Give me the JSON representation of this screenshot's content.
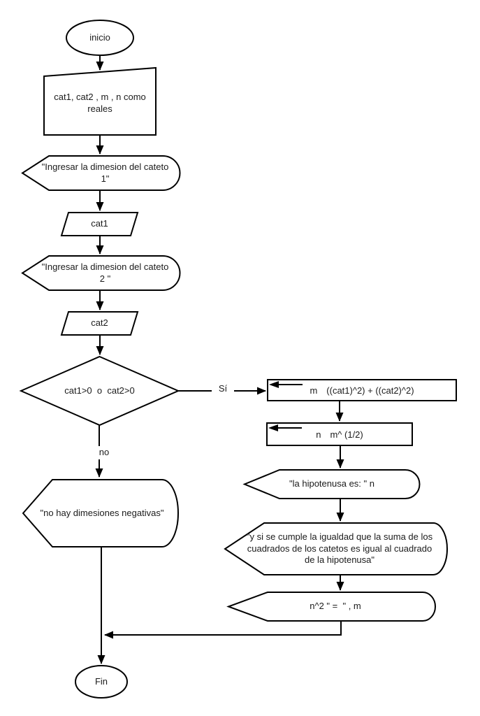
{
  "diagram": {
    "background": "#ffffff",
    "stroke_color": "#000000",
    "fill_color": "#ffffff",
    "nodes": {
      "start": {
        "type": "terminator",
        "label": "inicio"
      },
      "declare": {
        "type": "manual-input",
        "label": "cat1, cat2 , m , n como reales"
      },
      "prompt1": {
        "type": "display",
        "label": "\"Ingresar la dimesion del cateto 1\""
      },
      "input1": {
        "type": "input",
        "label": "cat1"
      },
      "prompt2": {
        "type": "display",
        "label": "\"Ingresar la dimesion del cateto 2 \""
      },
      "input2": {
        "type": "input",
        "label": "cat2"
      },
      "decision": {
        "type": "decision",
        "label": "cat1>0  o  cat2>0"
      },
      "assign_m": {
        "type": "process",
        "lhs": "m",
        "rhs": "((cat1)^2) + ((cat2)^2)"
      },
      "assign_n": {
        "type": "process",
        "lhs": "n",
        "rhs": "m^ (1/2)"
      },
      "output_hypotenuse": {
        "type": "display",
        "label": "\"la hipotenusa es: \" n"
      },
      "output_identity": {
        "type": "display",
        "label": "\"y si se cumple la igualdad que la suma de los cuadrados de los catetos es igual al cuadrado de la hipotenusa\""
      },
      "output_equality": {
        "type": "display",
        "label": "n^2 \" =  \" , m"
      },
      "output_error": {
        "type": "display",
        "label": "\"no hay dimesiones negativas\""
      },
      "end": {
        "type": "terminator",
        "label": "Fin"
      }
    },
    "edge_labels": {
      "yes": "Sí",
      "no": "no"
    }
  }
}
